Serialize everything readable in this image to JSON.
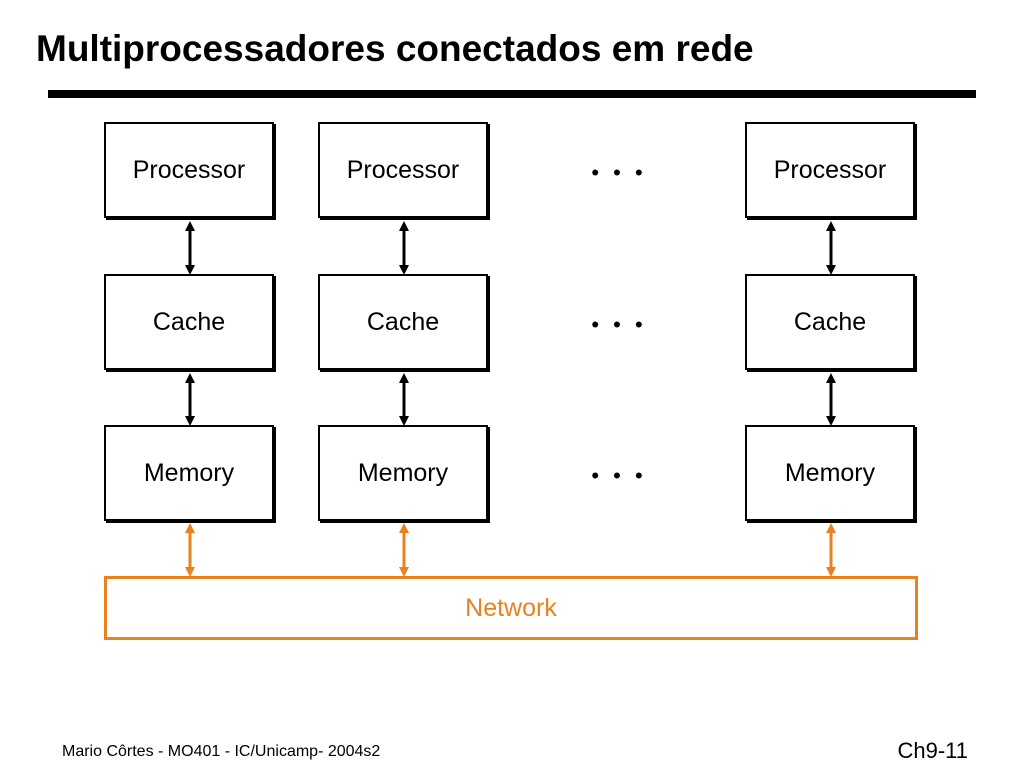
{
  "title": "Multiprocessadores conectados em rede",
  "columns": [
    {
      "processor": "Processor",
      "cache": "Cache",
      "memory": "Memory"
    },
    {
      "processor": "Processor",
      "cache": "Cache",
      "memory": "Memory"
    },
    {
      "processor": "Processor",
      "cache": "Cache",
      "memory": "Memory"
    }
  ],
  "ellipsis": "• • •",
  "network_label": "Network",
  "colors": {
    "network": "#e8821e",
    "line": "#000000"
  },
  "footer": {
    "left": "Mario Côrtes - MO401 - IC/Unicamp- 2004s2",
    "right": "Ch9-11"
  }
}
